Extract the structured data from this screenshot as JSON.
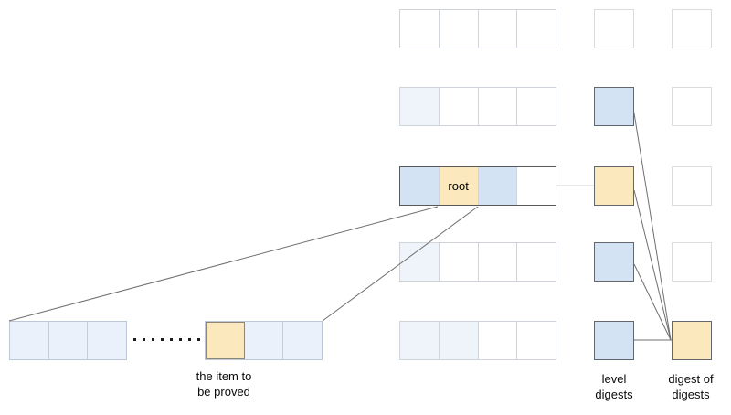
{
  "colors": {
    "blue": "#d3e3f4",
    "faded_blue": "#eff4fb",
    "faded_blue2": "#ebf1fa",
    "yellow": "#fbe8bd",
    "border_light": "#d4d9de",
    "border_dark": "#595959",
    "line": "#6f6f6f",
    "line_light": "#d5d5d5"
  },
  "labels": {
    "root": "root",
    "item": [
      "the item to",
      "be proved"
    ],
    "level": [
      "level",
      "digests"
    ],
    "digest": [
      "digest of",
      "digests"
    ]
  },
  "grid": {
    "rows": [
      {
        "id": "row-1",
        "frame": "light",
        "cells": [
          "white",
          "white",
          "white",
          "white"
        ],
        "level": "white",
        "digest": "white"
      },
      {
        "id": "row-2",
        "frame": "light",
        "cells": [
          "faded",
          "white",
          "white",
          "white"
        ],
        "level": "blue",
        "digest": "white"
      },
      {
        "id": "row-3-root",
        "frame": "dark",
        "cells": [
          "blue",
          "yellow_root",
          "blue",
          "white"
        ],
        "level": "yellow",
        "digest": "white"
      },
      {
        "id": "row-4",
        "frame": "light",
        "cells": [
          "faded",
          "white",
          "white",
          "white"
        ],
        "level": "blue",
        "digest": "white"
      },
      {
        "id": "row-5",
        "frame": "light",
        "cells": [
          "faded",
          "faded",
          "white",
          "white"
        ],
        "level": "blue",
        "digest": "yellow"
      }
    ]
  },
  "bottom_row": {
    "left_cells": [
      "faded2",
      "faded2",
      "faded2"
    ],
    "ellipsis_dots": 8,
    "right_cells": [
      "yellow_item",
      "faded2",
      "faded2"
    ]
  }
}
